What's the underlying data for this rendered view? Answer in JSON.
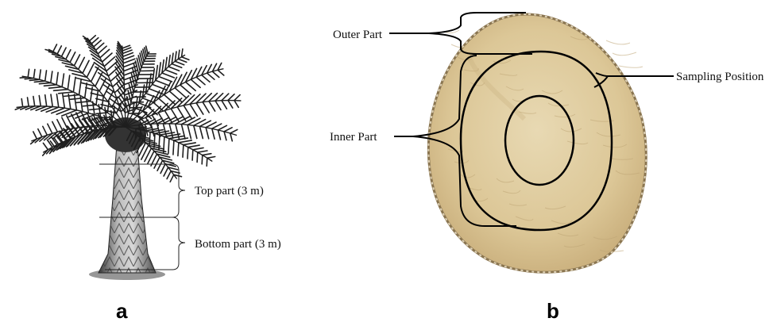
{
  "panel_a": {
    "label_top": "Top part (3 m)",
    "label_bottom": "Bottom part (3 m)",
    "panel_letter": "a"
  },
  "panel_b": {
    "label_outer": "Outer Part",
    "label_inner": "Inner Part",
    "label_sampling": "Sampling Position",
    "panel_letter": "b"
  },
  "colors": {
    "wood_light": "#e3d2a8",
    "wood_mid": "#cdb482",
    "bark": "#9c8862",
    "frond_dark": "#2b2b2b",
    "trunk_light": "#b9b9b9",
    "outline": "#000000"
  }
}
